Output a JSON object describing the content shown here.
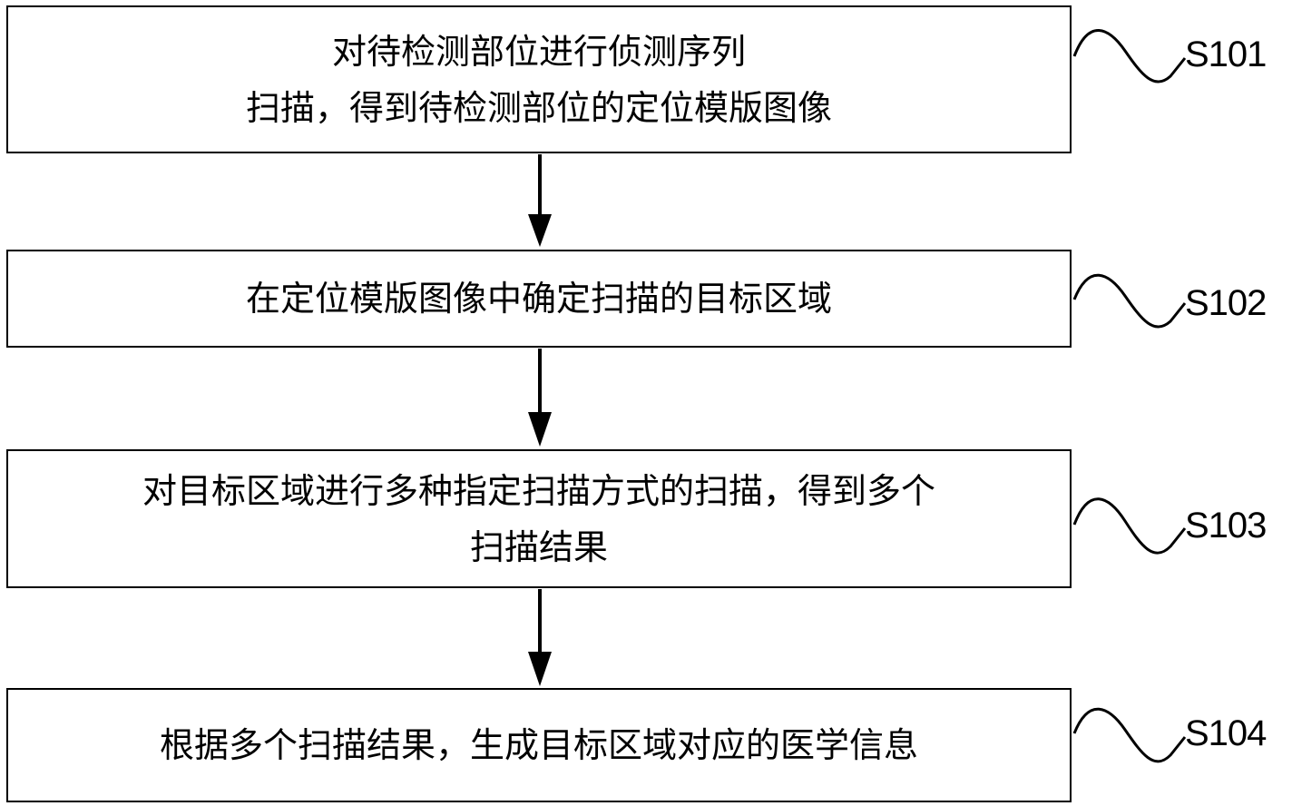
{
  "steps": [
    {
      "line1": "对待检测部位进行侦测序列",
      "line2": "扫描，得到待检测部位的定位模版图像",
      "label": "S101"
    },
    {
      "line1": "在定位模版图像中确定扫描的目标区域",
      "label": "S102"
    },
    {
      "line1": "对目标区域进行多种指定扫描方式的扫描，得到多个",
      "line2": "扫描结果",
      "label": "S103"
    },
    {
      "line1": "根据多个扫描结果，生成目标区域对应的医学信息",
      "label": "S104"
    }
  ]
}
